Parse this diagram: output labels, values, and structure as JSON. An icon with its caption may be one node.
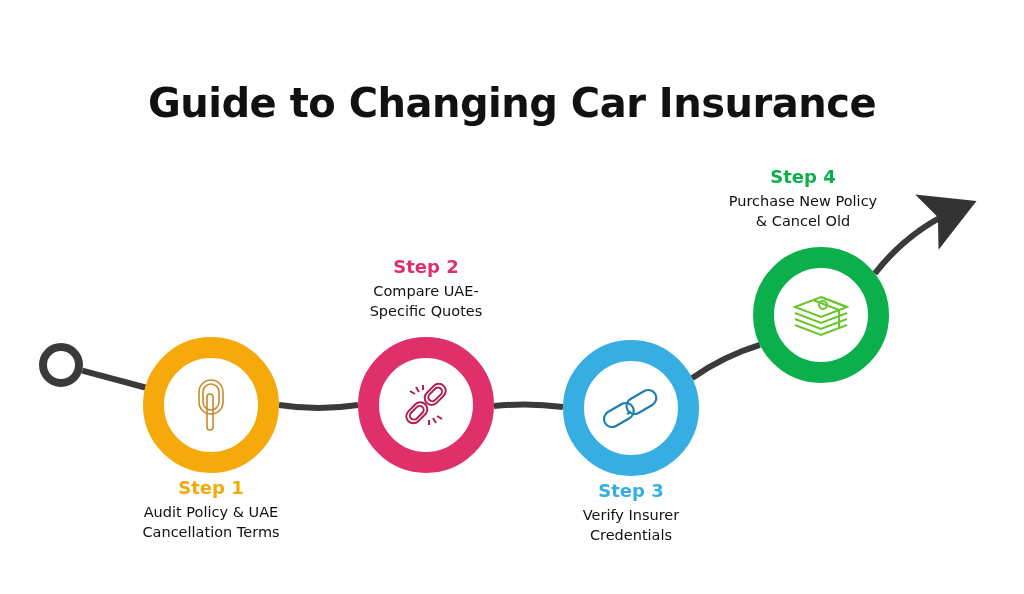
{
  "diagram": {
    "title": "Guide to Changing Car Insurance",
    "nodes": [
      {
        "text": [],
        "shape": "circle"
      },
      {
        "text": [
          "Step 1",
          "Audit Policy & UAE Cancellation Terms"
        ]
      },
      {
        "text": [
          "Step 2",
          "Compare UAE-Specific Quotes"
        ]
      },
      {
        "text": [
          "Step 3",
          "Verify Insurer Credentials"
        ]
      },
      {
        "text": [
          "Step 4",
          "Purchase New Policy & Cancel Old"
        ]
      }
    ],
    "edges": [
      {
        "from": 0,
        "to": 1,
        "arrow": "none"
      },
      {
        "from": 1,
        "to": 2,
        "arrow": "none"
      },
      {
        "from": 2,
        "to": 3,
        "arrow": "none"
      },
      {
        "from": 3,
        "to": 4,
        "arrow": "none"
      },
      {
        "from": 4,
        "to": null,
        "arrow": "to"
      }
    ]
  }
}
